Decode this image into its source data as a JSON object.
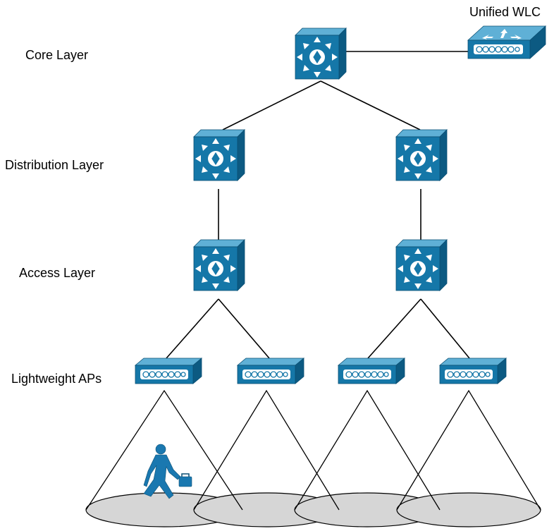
{
  "layers": {
    "core": "Core Layer",
    "distribution": "Distribution Layer",
    "access": "Access Layer",
    "aps": "Lightweight APs"
  },
  "wlc_label": "Unified WLC",
  "colors": {
    "device_front": "#1577a8",
    "device_top": "#5fb0d6",
    "device_side": "#0c5a82",
    "coverage_fill": "#d6d6d6",
    "coverage_overlap": "#bfbfbf",
    "user_icon": "#1a78b0"
  },
  "icons": [
    "layer3-switch-icon",
    "wireless-lan-controller-icon",
    "access-point-icon",
    "mobile-user-icon"
  ]
}
